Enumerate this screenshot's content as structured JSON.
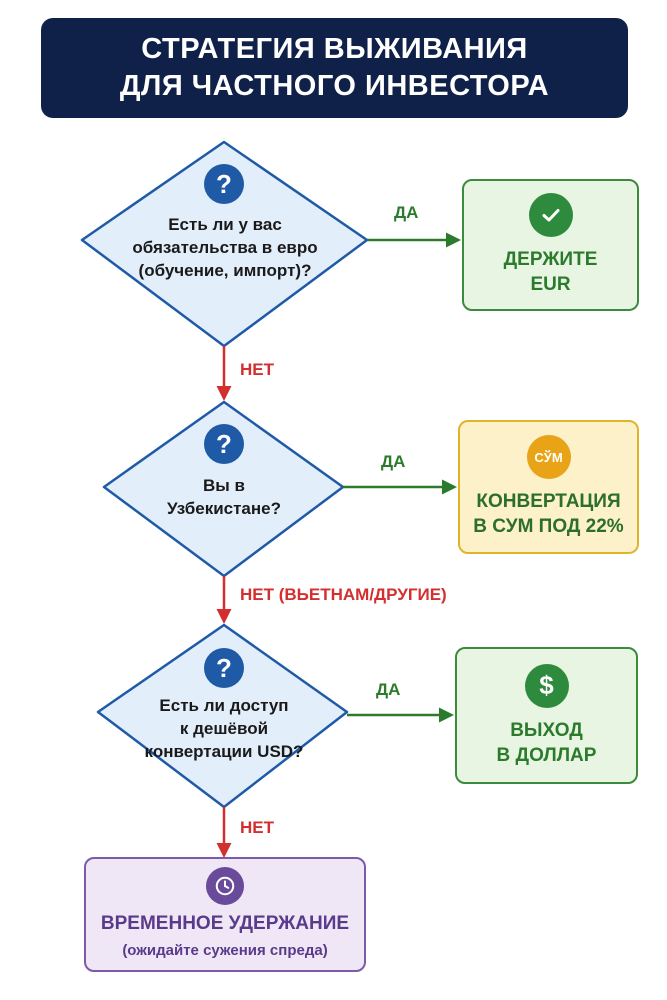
{
  "title": {
    "line1": "СТРАТЕГИЯ ВЫЖИВАНИЯ",
    "line2": "ДЛЯ ЧАСТНОГО ИНВЕСТОРА"
  },
  "questions": [
    {
      "lines": [
        "Есть ли у вас",
        "обязательства в евро",
        "(обучение, импорт)?"
      ],
      "icon": "question-mark-icon",
      "icon_glyph": "?"
    },
    {
      "lines": [
        "Вы в",
        "Узбекистане?"
      ],
      "icon": "question-mark-icon",
      "icon_glyph": "?"
    },
    {
      "lines": [
        "Есть ли доступ",
        "к дешёвой",
        "конвертации USD?"
      ],
      "icon": "question-mark-icon",
      "icon_glyph": "?"
    }
  ],
  "yes_label": "ДА",
  "no_labels": [
    "НЕТ",
    "НЕТ (ВЬЕТНАМ/ДРУГИЕ)",
    "НЕТ"
  ],
  "outcomes": [
    {
      "lines": [
        "ДЕРЖИТЕ",
        "EUR"
      ],
      "icon": "checkmark-icon",
      "color": "#2e8b3e"
    },
    {
      "lines": [
        "КОНВЕРТАЦИЯ",
        "В СУМ ПОД 22%"
      ],
      "icon": "sum-currency-icon",
      "icon_text": "СЎМ",
      "color": "#e8a317"
    },
    {
      "lines": [
        "ВЫХОД",
        "В ДОЛЛАР"
      ],
      "icon": "dollar-icon",
      "icon_text": "$",
      "color": "#2e8b3e"
    }
  ],
  "final": {
    "title": "ВРЕМЕННОЕ УДЕРЖАНИЕ",
    "subtitle": "(ожидайте сужения спреда)",
    "icon": "clock-icon",
    "color": "#6a4a9a"
  },
  "colors": {
    "banner": "#0f2149",
    "diamond_fill": "#e3eefb",
    "diamond_stroke": "#1f5aa6",
    "yes_arrow": "#2c7a2c",
    "no_arrow": "#d32f2f"
  }
}
